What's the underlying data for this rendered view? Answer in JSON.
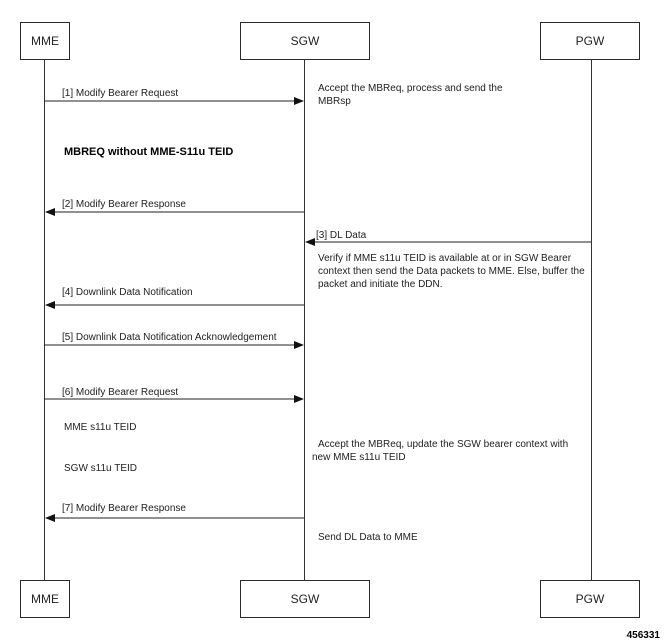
{
  "participants": {
    "mme": "MME",
    "sgw": "SGW",
    "pgw": "PGW"
  },
  "messages": [
    "[1] Modify Bearer Request",
    "[2] Modify Bearer Response",
    "[3] DL Data",
    "[4] Downlink Data Notification",
    "[5] Downlink Data Notification Acknowledgement",
    "[6] Modify Bearer Request",
    "[7] Modify Bearer Response"
  ],
  "notes": {
    "accept_mbreq_1": "Accept the MBReq, process and send the",
    "accept_mbreq_2": "MBRsp",
    "mbreq_without": "MBREQ without MME-S11u TEID",
    "verify_1": "Verify if MME s11u TEID is available at or in SGW Bearer",
    "verify_2": "context then send the Data packets to MME. Else, buffer the",
    "verify_3": "packet and initiate the DDN.",
    "mme_teid": "MME s11u TEID",
    "sgw_teid": "SGW s11u TEID",
    "accept_update_1": "Accept the MBReq, update the SGW bearer context with",
    "accept_update_2": "new MME s11u TEID",
    "send_dl": "Send DL Data to MME"
  },
  "figure_id": "456331"
}
